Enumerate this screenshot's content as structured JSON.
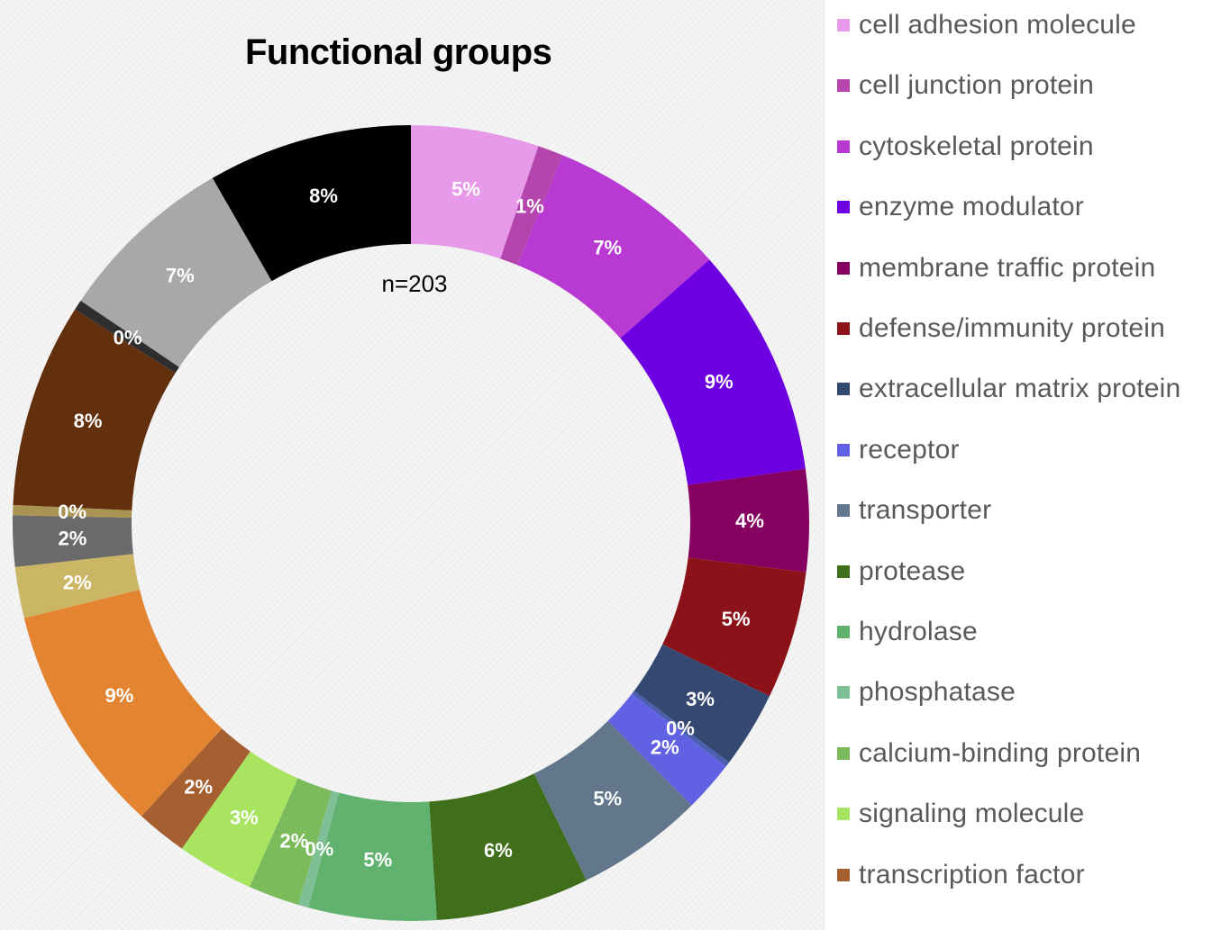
{
  "chart_data": {
    "type": "pie",
    "donut": true,
    "title": "Functional groups",
    "center_label": "n=203",
    "legend_position": "right",
    "slices": [
      {
        "label": "cell adhesion molecule",
        "value": 5,
        "display": "5%",
        "color": "#e69ae9",
        "legend": true
      },
      {
        "label": "cell junction protein",
        "value": 1,
        "display": "1%",
        "color": "#b445ad",
        "legend": true
      },
      {
        "label": "cytoskeletal protein",
        "value": 7,
        "display": "7%",
        "color": "#b93ad3",
        "legend": true
      },
      {
        "label": "enzyme modulator",
        "value": 9,
        "display": "9%",
        "color": "#6c00e0",
        "legend": true
      },
      {
        "label": "membrane  traffic protein",
        "value": 4,
        "display": "4%",
        "color": "#850060",
        "legend": true
      },
      {
        "label": "defense/immunity protein",
        "value": 5,
        "display": "5%",
        "color": "#8b1219",
        "legend": true
      },
      {
        "label": "extracellular matrix protein",
        "value": 3,
        "display": "3%",
        "color": "#354871",
        "legend": true
      },
      {
        "label": "",
        "value": 0.2,
        "display": "0%",
        "color": "#4a5fb0",
        "legend": false
      },
      {
        "label": "receptor",
        "value": 2,
        "display": "2%",
        "color": "#6162e3",
        "legend": true
      },
      {
        "label": "transporter",
        "value": 5,
        "display": "5%",
        "color": "#62778b",
        "legend": true
      },
      {
        "label": "protease",
        "value": 6,
        "display": "6%",
        "color": "#3f6f1b",
        "legend": true
      },
      {
        "label": "hydrolase",
        "value": 5,
        "display": "5%",
        "color": "#61b26e",
        "legend": true
      },
      {
        "label": "phosphatase",
        "value": 0.4,
        "display": "0%",
        "color": "#7fbf96",
        "legend": true
      },
      {
        "label": "calcium-binding protein",
        "value": 2,
        "display": "2%",
        "color": "#7cbb5c",
        "legend": true
      },
      {
        "label": "signaling molecule",
        "value": 3,
        "display": "3%",
        "color": "#a8e460",
        "legend": true
      },
      {
        "label": "transcription factor",
        "value": 2,
        "display": "2%",
        "color": "#a65f31",
        "legend": true
      },
      {
        "label": "",
        "value": 9,
        "display": "9%",
        "color": "#e38431",
        "legend": false
      },
      {
        "label": "",
        "value": 2,
        "display": "2%",
        "color": "#cbb665",
        "legend": false
      },
      {
        "label": "",
        "value": 2,
        "display": "2%",
        "color": "#6a6a6a",
        "legend": false
      },
      {
        "label": "",
        "value": 0.4,
        "display": "0%",
        "color": "#a99453",
        "legend": false
      },
      {
        "label": "",
        "value": 8,
        "display": "8%",
        "color": "#63300e",
        "legend": false
      },
      {
        "label": "",
        "value": 0.4,
        "display": "0%",
        "color": "#2e2e2e",
        "legend": false
      },
      {
        "label": "",
        "value": 7,
        "display": "7%",
        "color": "#a8a8a8",
        "legend": false
      },
      {
        "label": "",
        "value": 8,
        "display": "8%",
        "color": "#000000",
        "legend": false
      }
    ]
  }
}
